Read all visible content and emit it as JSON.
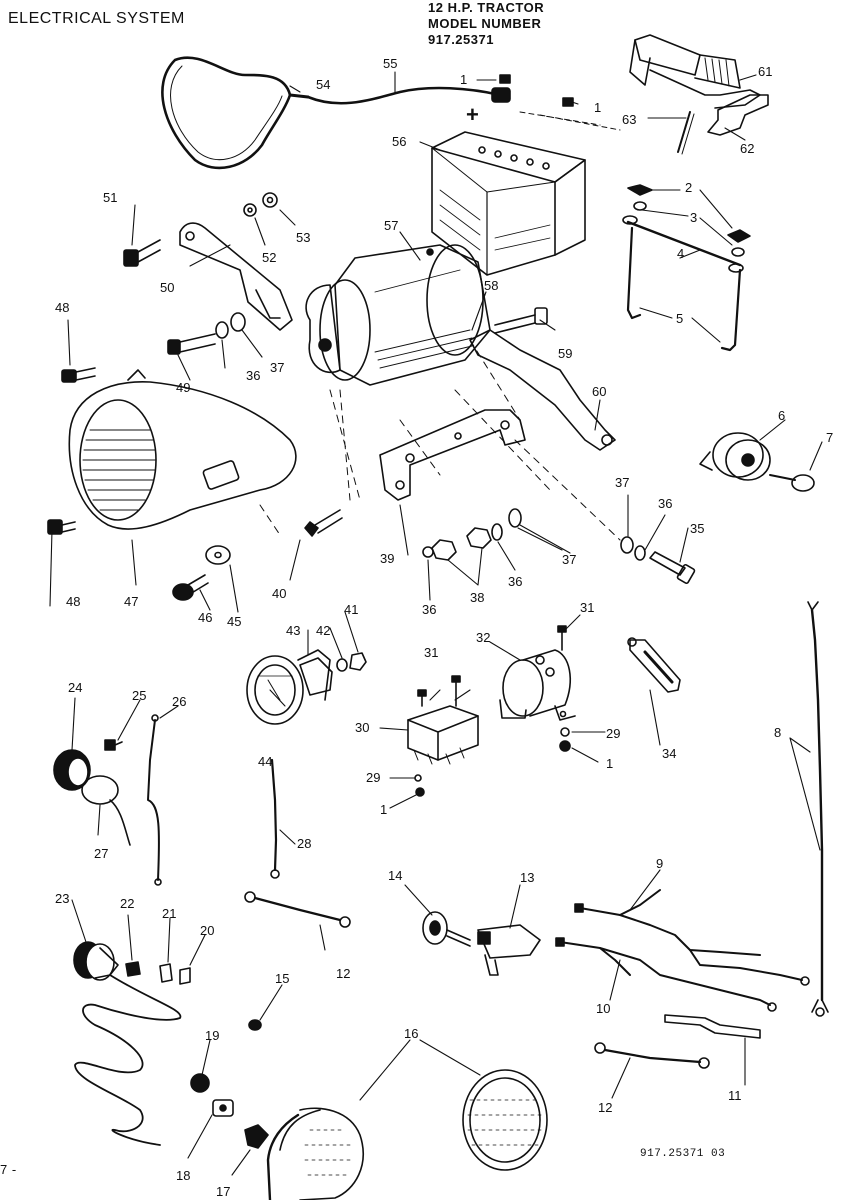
{
  "header": {
    "section_title": "ELECTRICAL SYSTEM",
    "model_line1": "12 H.P. TRACTOR",
    "model_line2": "MODEL NUMBER",
    "model_number": "917.25371"
  },
  "footer": {
    "doc_code": "917.25371 03",
    "page_mark": "7 -"
  },
  "callouts": [
    {
      "id": "c1a",
      "label": "1"
    },
    {
      "id": "c1b",
      "label": "1"
    },
    {
      "id": "c1c",
      "label": "1"
    },
    {
      "id": "c1d",
      "label": "1"
    },
    {
      "id": "c2",
      "label": "2"
    },
    {
      "id": "c3",
      "label": "3"
    },
    {
      "id": "c4",
      "label": "4"
    },
    {
      "id": "c5",
      "label": "5"
    },
    {
      "id": "c6",
      "label": "6"
    },
    {
      "id": "c7",
      "label": "7"
    },
    {
      "id": "c8",
      "label": "8"
    },
    {
      "id": "c9",
      "label": "9"
    },
    {
      "id": "c10",
      "label": "10"
    },
    {
      "id": "c11",
      "label": "11"
    },
    {
      "id": "c12a",
      "label": "12"
    },
    {
      "id": "c12b",
      "label": "12"
    },
    {
      "id": "c13",
      "label": "13"
    },
    {
      "id": "c14",
      "label": "14"
    },
    {
      "id": "c15",
      "label": "15"
    },
    {
      "id": "c16",
      "label": "16"
    },
    {
      "id": "c17",
      "label": "17"
    },
    {
      "id": "c18",
      "label": "18"
    },
    {
      "id": "c19",
      "label": "19"
    },
    {
      "id": "c20",
      "label": "20"
    },
    {
      "id": "c21",
      "label": "21"
    },
    {
      "id": "c22",
      "label": "22"
    },
    {
      "id": "c23",
      "label": "23"
    },
    {
      "id": "c24",
      "label": "24"
    },
    {
      "id": "c25",
      "label": "25"
    },
    {
      "id": "c26",
      "label": "26"
    },
    {
      "id": "c27",
      "label": "27"
    },
    {
      "id": "c28",
      "label": "28"
    },
    {
      "id": "c29a",
      "label": "29"
    },
    {
      "id": "c29b",
      "label": "29"
    },
    {
      "id": "c30",
      "label": "30"
    },
    {
      "id": "c31a",
      "label": "31"
    },
    {
      "id": "c31b",
      "label": "31"
    },
    {
      "id": "c32",
      "label": "32"
    },
    {
      "id": "c34",
      "label": "34"
    },
    {
      "id": "c35",
      "label": "35"
    },
    {
      "id": "c36a",
      "label": "36"
    },
    {
      "id": "c36b",
      "label": "36"
    },
    {
      "id": "c36c",
      "label": "36"
    },
    {
      "id": "c36d",
      "label": "36"
    },
    {
      "id": "c37a",
      "label": "37"
    },
    {
      "id": "c37b",
      "label": "37"
    },
    {
      "id": "c37c",
      "label": "37"
    },
    {
      "id": "c38",
      "label": "38"
    },
    {
      "id": "c39",
      "label": "39"
    },
    {
      "id": "c40",
      "label": "40"
    },
    {
      "id": "c41",
      "label": "41"
    },
    {
      "id": "c42",
      "label": "42"
    },
    {
      "id": "c43",
      "label": "43"
    },
    {
      "id": "c44",
      "label": "44"
    },
    {
      "id": "c45",
      "label": "45"
    },
    {
      "id": "c46",
      "label": "46"
    },
    {
      "id": "c47",
      "label": "47"
    },
    {
      "id": "c48a",
      "label": "48"
    },
    {
      "id": "c48b",
      "label": "48"
    },
    {
      "id": "c49",
      "label": "49"
    },
    {
      "id": "c50",
      "label": "50"
    },
    {
      "id": "c51",
      "label": "51"
    },
    {
      "id": "c52",
      "label": "52"
    },
    {
      "id": "c53",
      "label": "53"
    },
    {
      "id": "c54",
      "label": "54"
    },
    {
      "id": "c55",
      "label": "55"
    },
    {
      "id": "c56",
      "label": "56"
    },
    {
      "id": "c57",
      "label": "57"
    },
    {
      "id": "c58",
      "label": "58"
    },
    {
      "id": "c59",
      "label": "59"
    },
    {
      "id": "c60",
      "label": "60"
    },
    {
      "id": "c61",
      "label": "61"
    },
    {
      "id": "c62",
      "label": "62"
    },
    {
      "id": "c63",
      "label": "63"
    },
    {
      "id": "cplus",
      "label": "+"
    }
  ]
}
